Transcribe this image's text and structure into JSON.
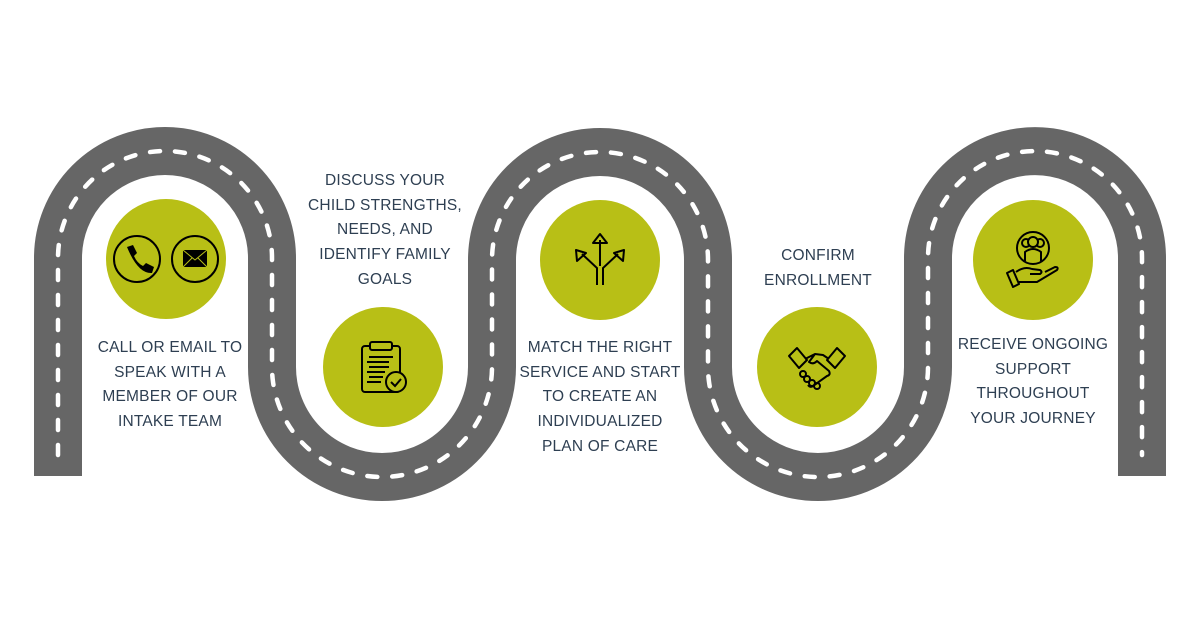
{
  "colors": {
    "road": "#666666",
    "dash": "#ffffff",
    "accent": "#b8bf16",
    "text": "#2e3f52"
  },
  "steps": [
    {
      "icon": [
        "phone-icon",
        "email-icon"
      ],
      "lines": [
        "CALL OR EMAIL TO",
        "SPEAK WITH A",
        "MEMBER OF OUR",
        "INTAKE TEAM"
      ]
    },
    {
      "icon": [
        "clipboard-check-icon"
      ],
      "lines": [
        "DISCUSS YOUR",
        "CHILD STRENGTHS,",
        "NEEDS, AND",
        "IDENTIFY FAMILY",
        "GOALS"
      ]
    },
    {
      "icon": [
        "split-arrows-icon"
      ],
      "lines": [
        "MATCH THE RIGHT",
        "SERVICE AND START",
        "TO CREATE AN",
        "INDIVIDUALIZED",
        "PLAN OF CARE"
      ]
    },
    {
      "icon": [
        "handshake-icon"
      ],
      "lines": [
        "CONFIRM",
        "ENROLLMENT"
      ]
    },
    {
      "icon": [
        "hand-support-group-icon"
      ],
      "lines": [
        "RECEIVE ONGOING",
        "SUPPORT",
        "THROUGHOUT",
        "YOUR JOURNEY"
      ]
    }
  ]
}
